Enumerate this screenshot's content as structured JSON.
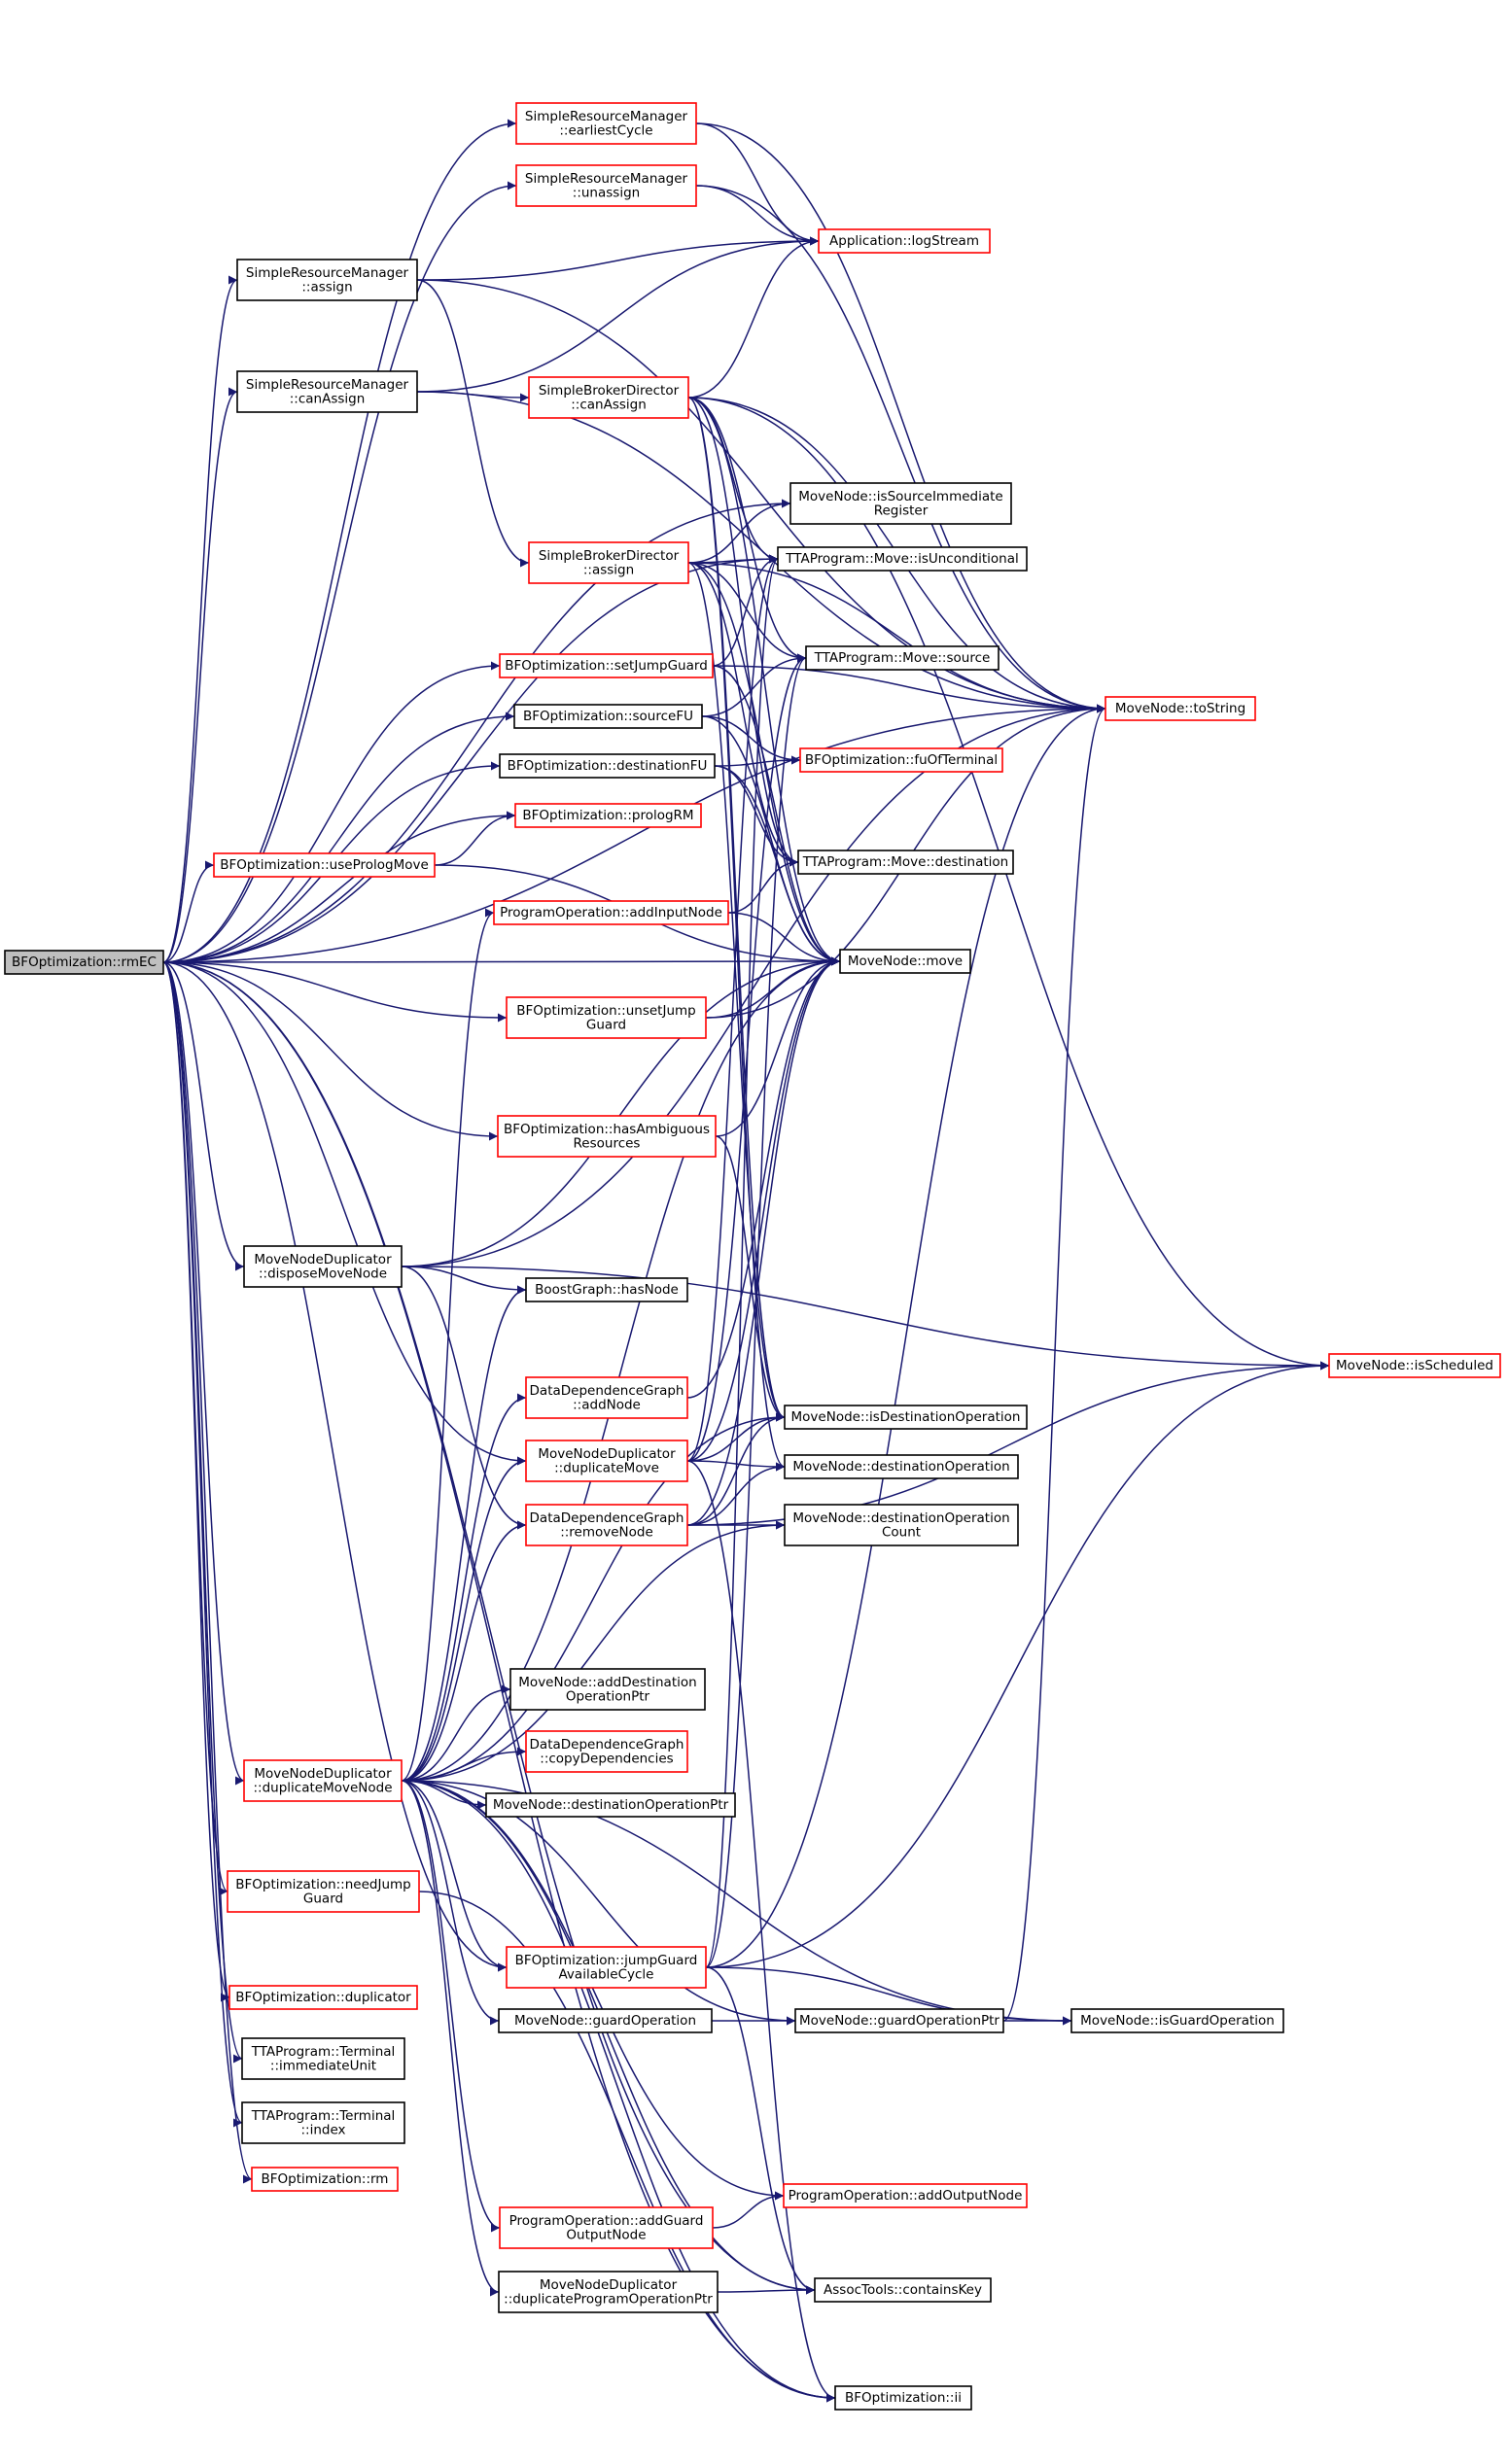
{
  "root": "n0",
  "nodes": [
    {
      "id": "n0",
      "lines": [
        "BFOptimization::rmEC"
      ],
      "color": "root"
    },
    {
      "id": "n1",
      "lines": [
        "SimpleResourceManager",
        "::earliestCycle"
      ],
      "color": "red"
    },
    {
      "id": "n2",
      "lines": [
        "SimpleResourceManager",
        "::unassign"
      ],
      "color": "red"
    },
    {
      "id": "n3",
      "lines": [
        "Application::logStream"
      ],
      "color": "red"
    },
    {
      "id": "n4",
      "lines": [
        "SimpleResourceManager",
        "::assign"
      ],
      "color": "black"
    },
    {
      "id": "n5",
      "lines": [
        "SimpleResourceManager",
        "::canAssign"
      ],
      "color": "black"
    },
    {
      "id": "n6",
      "lines": [
        "SimpleBrokerDirector",
        "::canAssign"
      ],
      "color": "red"
    },
    {
      "id": "n7",
      "lines": [
        "MoveNode::isSourceImmediate",
        "Register"
      ],
      "color": "black"
    },
    {
      "id": "n8",
      "lines": [
        "SimpleBrokerDirector",
        "::assign"
      ],
      "color": "red"
    },
    {
      "id": "n9",
      "lines": [
        "TTAProgram::Move::isUnconditional"
      ],
      "color": "black"
    },
    {
      "id": "n10",
      "lines": [
        "BFOptimization::setJumpGuard"
      ],
      "color": "red"
    },
    {
      "id": "n11",
      "lines": [
        "TTAProgram::Move::source"
      ],
      "color": "black"
    },
    {
      "id": "n12",
      "lines": [
        "MoveNode::toString"
      ],
      "color": "red"
    },
    {
      "id": "n13",
      "lines": [
        "BFOptimization::sourceFU"
      ],
      "color": "black"
    },
    {
      "id": "n14",
      "lines": [
        "BFOptimization::destinationFU"
      ],
      "color": "black"
    },
    {
      "id": "n15",
      "lines": [
        "BFOptimization::fuOfTerminal"
      ],
      "color": "red"
    },
    {
      "id": "n16",
      "lines": [
        "BFOptimization::prologRM"
      ],
      "color": "red"
    },
    {
      "id": "n17",
      "lines": [
        "BFOptimization::usePrologMove"
      ],
      "color": "red"
    },
    {
      "id": "n18",
      "lines": [
        "TTAProgram::Move::destination"
      ],
      "color": "black"
    },
    {
      "id": "n19",
      "lines": [
        "ProgramOperation::addInputNode"
      ],
      "color": "red"
    },
    {
      "id": "n20",
      "lines": [
        "MoveNode::move"
      ],
      "color": "black"
    },
    {
      "id": "n21",
      "lines": [
        "BFOptimization::unsetJump",
        "Guard"
      ],
      "color": "red"
    },
    {
      "id": "n22",
      "lines": [
        "BFOptimization::hasAmbiguous",
        "Resources"
      ],
      "color": "red"
    },
    {
      "id": "n23",
      "lines": [
        "MoveNodeDuplicator",
        "::disposeMoveNode"
      ],
      "color": "black"
    },
    {
      "id": "n24",
      "lines": [
        "BoostGraph::hasNode"
      ],
      "color": "black"
    },
    {
      "id": "n25",
      "lines": [
        "MoveNode::isScheduled"
      ],
      "color": "red"
    },
    {
      "id": "n26",
      "lines": [
        "DataDependenceGraph",
        "::addNode"
      ],
      "color": "red"
    },
    {
      "id": "n27",
      "lines": [
        "MoveNode::isDestinationOperation"
      ],
      "color": "black"
    },
    {
      "id": "n28",
      "lines": [
        "MoveNodeDuplicator",
        "::duplicateMove"
      ],
      "color": "red"
    },
    {
      "id": "n29",
      "lines": [
        "MoveNode::destinationOperation"
      ],
      "color": "black"
    },
    {
      "id": "n30",
      "lines": [
        "DataDependenceGraph",
        "::removeNode"
      ],
      "color": "red"
    },
    {
      "id": "n31",
      "lines": [
        "MoveNode::destinationOperation",
        "Count"
      ],
      "color": "black"
    },
    {
      "id": "n32",
      "lines": [
        "MoveNode::addDestination",
        "OperationPtr"
      ],
      "color": "black"
    },
    {
      "id": "n33",
      "lines": [
        "DataDependenceGraph",
        "::copyDependencies"
      ],
      "color": "red"
    },
    {
      "id": "n34",
      "lines": [
        "MoveNodeDuplicator",
        "::duplicateMoveNode"
      ],
      "color": "red"
    },
    {
      "id": "n35",
      "lines": [
        "MoveNode::destinationOperationPtr"
      ],
      "color": "black"
    },
    {
      "id": "n36",
      "lines": [
        "BFOptimization::needJump",
        "Guard"
      ],
      "color": "red"
    },
    {
      "id": "n37",
      "lines": [
        "BFOptimization::jumpGuard",
        "AvailableCycle"
      ],
      "color": "red"
    },
    {
      "id": "n38",
      "lines": [
        "BFOptimization::duplicator"
      ],
      "color": "red"
    },
    {
      "id": "n39",
      "lines": [
        "MoveNode::guardOperation"
      ],
      "color": "black"
    },
    {
      "id": "n40",
      "lines": [
        "MoveNode::guardOperationPtr"
      ],
      "color": "black"
    },
    {
      "id": "n41",
      "lines": [
        "MoveNode::isGuardOperation"
      ],
      "color": "black"
    },
    {
      "id": "n42",
      "lines": [
        "TTAProgram::Terminal",
        "::immediateUnit"
      ],
      "color": "black"
    },
    {
      "id": "n43",
      "lines": [
        "TTAProgram::Terminal",
        "::index"
      ],
      "color": "black"
    },
    {
      "id": "n44",
      "lines": [
        "BFOptimization::rm"
      ],
      "color": "red"
    },
    {
      "id": "n45",
      "lines": [
        "ProgramOperation::addOutputNode"
      ],
      "color": "red"
    },
    {
      "id": "n46",
      "lines": [
        "ProgramOperation::addGuard",
        "OutputNode"
      ],
      "color": "red"
    },
    {
      "id": "n47",
      "lines": [
        "MoveNodeDuplicator",
        "::duplicateProgramOperationPtr"
      ],
      "color": "black"
    },
    {
      "id": "n48",
      "lines": [
        "AssocTools::containsKey"
      ],
      "color": "black"
    },
    {
      "id": "n49",
      "lines": [
        "BFOptimization::ii"
      ],
      "color": "black"
    }
  ],
  "edges": [
    [
      "n0",
      "n1"
    ],
    [
      "n0",
      "n2"
    ],
    [
      "n0",
      "n4"
    ],
    [
      "n0",
      "n5"
    ],
    [
      "n0",
      "n7"
    ],
    [
      "n0",
      "n9"
    ],
    [
      "n0",
      "n10"
    ],
    [
      "n0",
      "n13"
    ],
    [
      "n0",
      "n14"
    ],
    [
      "n0",
      "n16"
    ],
    [
      "n0",
      "n17"
    ],
    [
      "n0",
      "n20"
    ],
    [
      "n0",
      "n21"
    ],
    [
      "n0",
      "n12"
    ],
    [
      "n0",
      "n22"
    ],
    [
      "n0",
      "n23"
    ],
    [
      "n0",
      "n34"
    ],
    [
      "n0",
      "n36"
    ],
    [
      "n0",
      "n37"
    ],
    [
      "n0",
      "n38"
    ],
    [
      "n0",
      "n42"
    ],
    [
      "n0",
      "n43"
    ],
    [
      "n0",
      "n44"
    ],
    [
      "n0",
      "n28"
    ],
    [
      "n0",
      "n48"
    ],
    [
      "n0",
      "n49"
    ],
    [
      "n1",
      "n3"
    ],
    [
      "n1",
      "n12"
    ],
    [
      "n2",
      "n3"
    ],
    [
      "n2",
      "n12"
    ],
    [
      "n4",
      "n3"
    ],
    [
      "n4",
      "n12"
    ],
    [
      "n4",
      "n8"
    ],
    [
      "n5",
      "n3"
    ],
    [
      "n5",
      "n6"
    ],
    [
      "n5",
      "n12"
    ],
    [
      "n6",
      "n3"
    ],
    [
      "n6",
      "n9"
    ],
    [
      "n6",
      "n11"
    ],
    [
      "n6",
      "n12"
    ],
    [
      "n6",
      "n18"
    ],
    [
      "n6",
      "n20"
    ],
    [
      "n6",
      "n25"
    ],
    [
      "n6",
      "n27"
    ],
    [
      "n6",
      "n29"
    ],
    [
      "n8",
      "n7"
    ],
    [
      "n8",
      "n9"
    ],
    [
      "n8",
      "n11"
    ],
    [
      "n8",
      "n12"
    ],
    [
      "n8",
      "n18"
    ],
    [
      "n8",
      "n20"
    ],
    [
      "n8",
      "n27"
    ],
    [
      "n10",
      "n9"
    ],
    [
      "n10",
      "n12"
    ],
    [
      "n10",
      "n20"
    ],
    [
      "n13",
      "n15"
    ],
    [
      "n13",
      "n11"
    ],
    [
      "n13",
      "n20"
    ],
    [
      "n14",
      "n15"
    ],
    [
      "n14",
      "n18"
    ],
    [
      "n14",
      "n20"
    ],
    [
      "n17",
      "n16"
    ],
    [
      "n17",
      "n20"
    ],
    [
      "n19",
      "n18"
    ],
    [
      "n19",
      "n20"
    ],
    [
      "n21",
      "n12"
    ],
    [
      "n21",
      "n20"
    ],
    [
      "n22",
      "n20"
    ],
    [
      "n22",
      "n27"
    ],
    [
      "n23",
      "n24"
    ],
    [
      "n23",
      "n20"
    ],
    [
      "n23",
      "n12"
    ],
    [
      "n23",
      "n25"
    ],
    [
      "n23",
      "n30"
    ],
    [
      "n26",
      "n20"
    ],
    [
      "n28",
      "n9"
    ],
    [
      "n28",
      "n11"
    ],
    [
      "n28",
      "n20"
    ],
    [
      "n28",
      "n27"
    ],
    [
      "n28",
      "n29"
    ],
    [
      "n28",
      "n49"
    ],
    [
      "n30",
      "n20"
    ],
    [
      "n30",
      "n27"
    ],
    [
      "n30",
      "n29"
    ],
    [
      "n30",
      "n31"
    ],
    [
      "n30",
      "n25"
    ],
    [
      "n34",
      "n19"
    ],
    [
      "n34",
      "n24"
    ],
    [
      "n34",
      "n26"
    ],
    [
      "n34",
      "n28"
    ],
    [
      "n34",
      "n30"
    ],
    [
      "n34",
      "n32"
    ],
    [
      "n34",
      "n33"
    ],
    [
      "n34",
      "n35"
    ],
    [
      "n34",
      "n27"
    ],
    [
      "n34",
      "n20"
    ],
    [
      "n34",
      "n31"
    ],
    [
      "n34",
      "n39"
    ],
    [
      "n34",
      "n37"
    ],
    [
      "n34",
      "n40"
    ],
    [
      "n34",
      "n41"
    ],
    [
      "n34",
      "n45"
    ],
    [
      "n34",
      "n46"
    ],
    [
      "n34",
      "n47"
    ],
    [
      "n34",
      "n48"
    ],
    [
      "n34",
      "n49"
    ],
    [
      "n36",
      "n49"
    ],
    [
      "n37",
      "n41"
    ],
    [
      "n37",
      "n12"
    ],
    [
      "n37",
      "n25"
    ],
    [
      "n37",
      "n9"
    ],
    [
      "n37",
      "n11"
    ],
    [
      "n37",
      "n48"
    ],
    [
      "n39",
      "n40"
    ],
    [
      "n40",
      "n41"
    ],
    [
      "n40",
      "n12"
    ],
    [
      "n46",
      "n45"
    ],
    [
      "n47",
      "n48"
    ]
  ]
}
